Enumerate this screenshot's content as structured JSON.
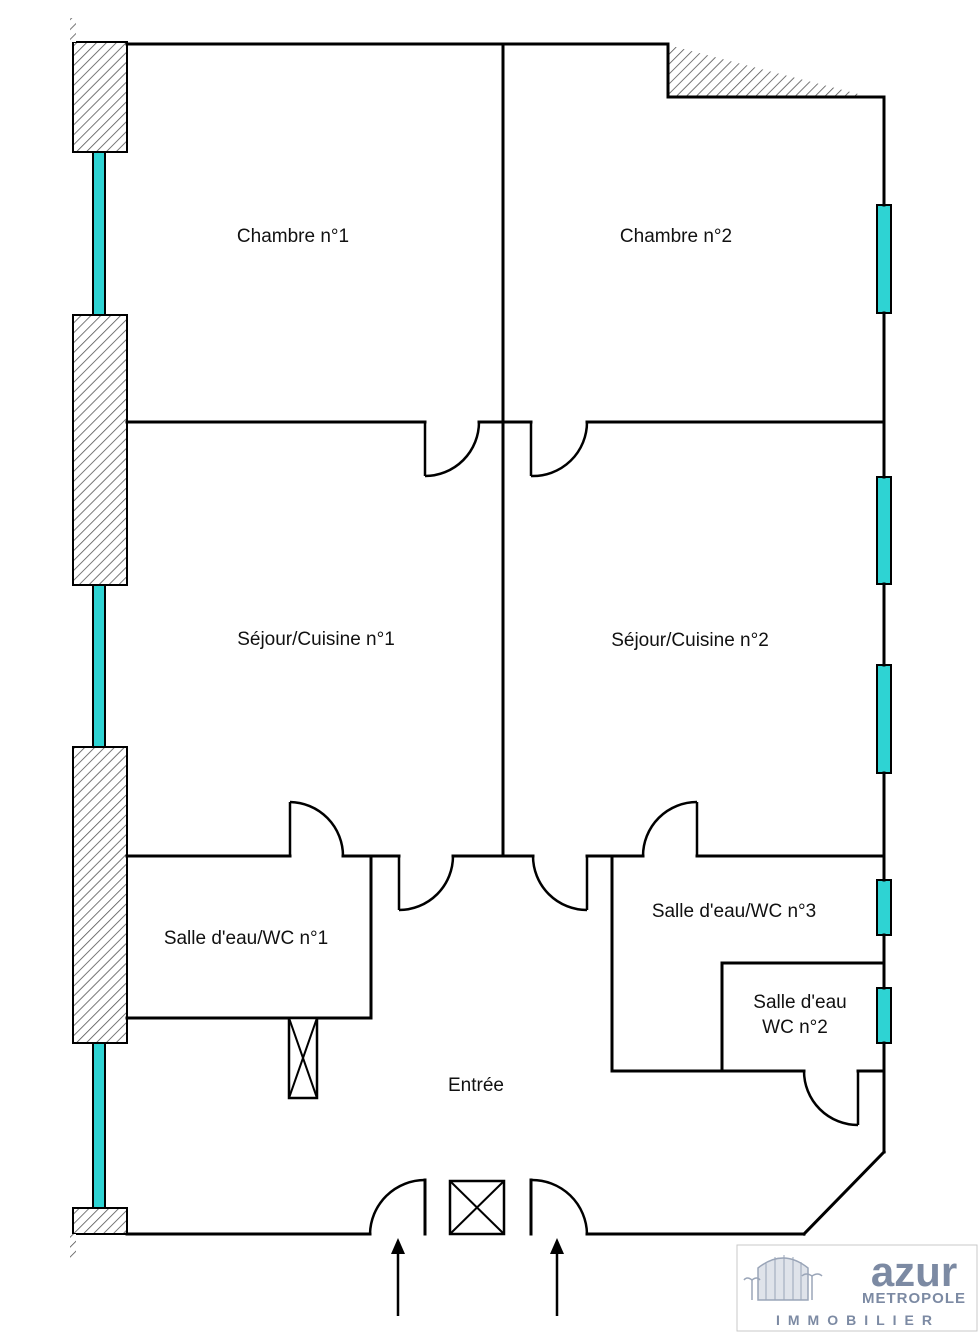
{
  "rooms": {
    "chambre1": "Chambre n°1",
    "chambre2": "Chambre n°2",
    "sejour1": "Séjour/Cuisine n°1",
    "sejour2": "Séjour/Cuisine n°2",
    "salle1": "Salle d'eau/WC n°1",
    "salle3": "Salle d'eau/WC n°3",
    "salle2_line1": "Salle d'eau",
    "salle2_line2": "WC n°2",
    "entree": "Entrée"
  },
  "logo": {
    "name": "azur",
    "line2": "METROPOLE",
    "line3": "IMMOBILIER"
  },
  "colors": {
    "window": "#2ed3d3",
    "wall": "#000000",
    "logo": "#7c8aa3"
  }
}
